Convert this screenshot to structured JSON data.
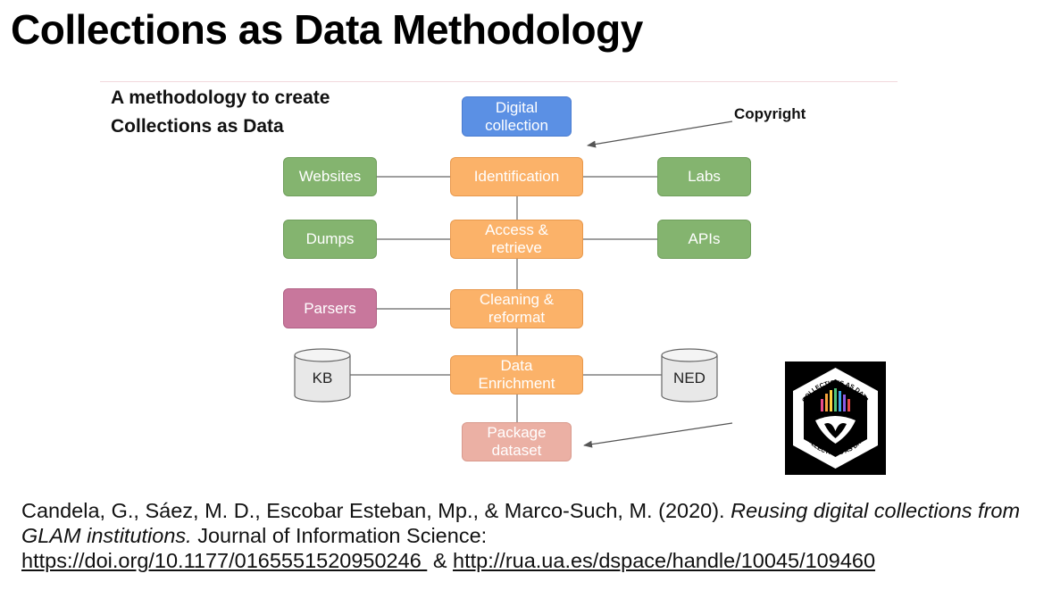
{
  "slide": {
    "title": "Collections as Data Methodology",
    "subtitle_line1": "A methodology to create",
    "subtitle_line2": "Collections as Data"
  },
  "diagram": {
    "nodes": {
      "digital_collection": "Digital\ncollection",
      "identification": "Identification",
      "access": "Access &\nretrieve",
      "cleaning": "Cleaning &\nreformat",
      "enrichment": "Data\nEnrichment",
      "package": "Package\ndataset",
      "websites": "Websites",
      "labs": "Labs",
      "dumps": "Dumps",
      "apis": "APIs",
      "parsers": "Parsers",
      "kb": "KB",
      "ned": "NED"
    },
    "annotation_copyright": "Copyright",
    "colors": {
      "digital_collection": "#5b90e4",
      "process_steps": "#fbb269",
      "sources": "#84b46f",
      "parsers": "#c8779c",
      "package": "#ebb0a4"
    }
  },
  "logo": {
    "text": "COLLECTIONS AS DATA"
  },
  "citation": {
    "authors": "Candela, G., Sáez, M. D., Escobar Esteban, Mp., & Marco-Such, M. (2020). ",
    "title": "Reusing digital collections from GLAM institutions.",
    "journal": " Journal of Information Science:",
    "link1": "https://doi.org/10.1177/0165551520950246 ",
    "separator": " & ",
    "link2": "http://rua.ua.es/dspace/handle/10045/109460"
  }
}
